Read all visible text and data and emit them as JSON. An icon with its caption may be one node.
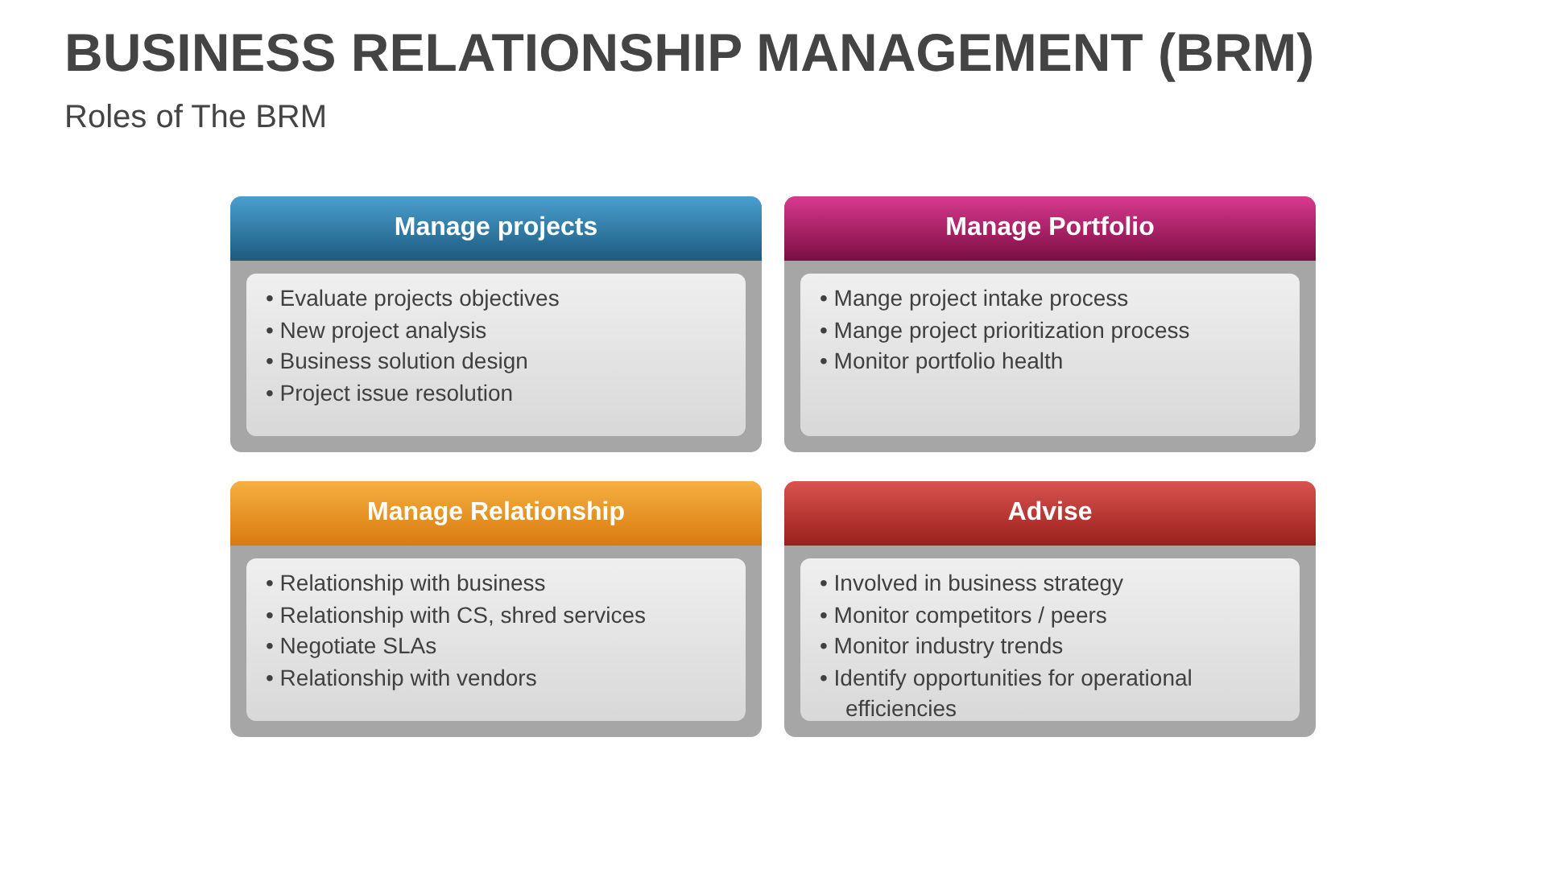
{
  "diagram": {
    "title": "BUSINESS RELATIONSHIP MANAGEMENT (BRM)",
    "nodes": [
      {
        "text": [
          "Manage projects",
          "• Evaluate projects objectives",
          "• New project analysis",
          "• Business solution design",
          "• Project issue resolution"
        ]
      },
      {
        "text": [
          "Manage Portfolio",
          "• Mange project intake process",
          "• Mange project prioritization process",
          "• Monitor portfolio health"
        ]
      },
      {
        "text": [
          "Manage Relationship",
          "• Relationship with business",
          "• Relationship with CS, shred services",
          "• Negotiate SLAs",
          "• Relationship with vendors"
        ]
      },
      {
        "text": [
          "Advise",
          "• Involved in business strategy",
          "• Monitor competitors / peers",
          "• Monitor industry trends",
          "• Identify opportunities for operational efficiencies"
        ]
      }
    ],
    "edges": [],
    "labels": [
      "Roles of The BRM"
    ]
  }
}
